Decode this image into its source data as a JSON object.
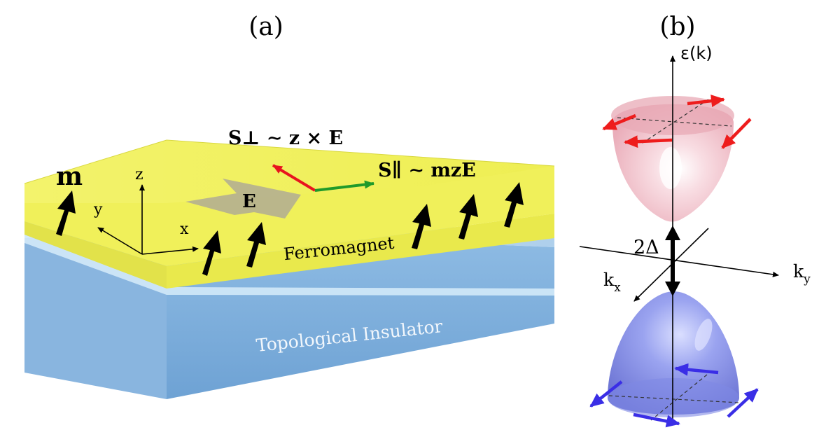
{
  "panel_a": {
    "label": "(a)",
    "spin_perp_eq": "S⊥ ∼ z × E",
    "spin_par_eq": "S∥ ∼ mzE",
    "magnetization_label": "m",
    "field_label": "E",
    "axis_x": "x",
    "axis_y": "y",
    "axis_z": "z",
    "ferromagnet_label": "Ferromagnet",
    "ti_label": "Topological Insulator",
    "colors": {
      "ferromagnet": "#f2f25a",
      "topological_insulator": "#7aaedc",
      "spin_perp": "#e8141e",
      "spin_par": "#1f9a2a"
    }
  },
  "panel_b": {
    "label": "(b)",
    "energy_axis": "ε(k)",
    "gap_label": "2Δ",
    "kx_label": "k",
    "kx_sub": "x",
    "ky_label": "k",
    "ky_sub": "y",
    "colors": {
      "upper_band": "#f4c3cc",
      "lower_band": "#8a94ea",
      "upper_spin": "#ee1c1c",
      "lower_spin": "#3a2ee6"
    }
  }
}
